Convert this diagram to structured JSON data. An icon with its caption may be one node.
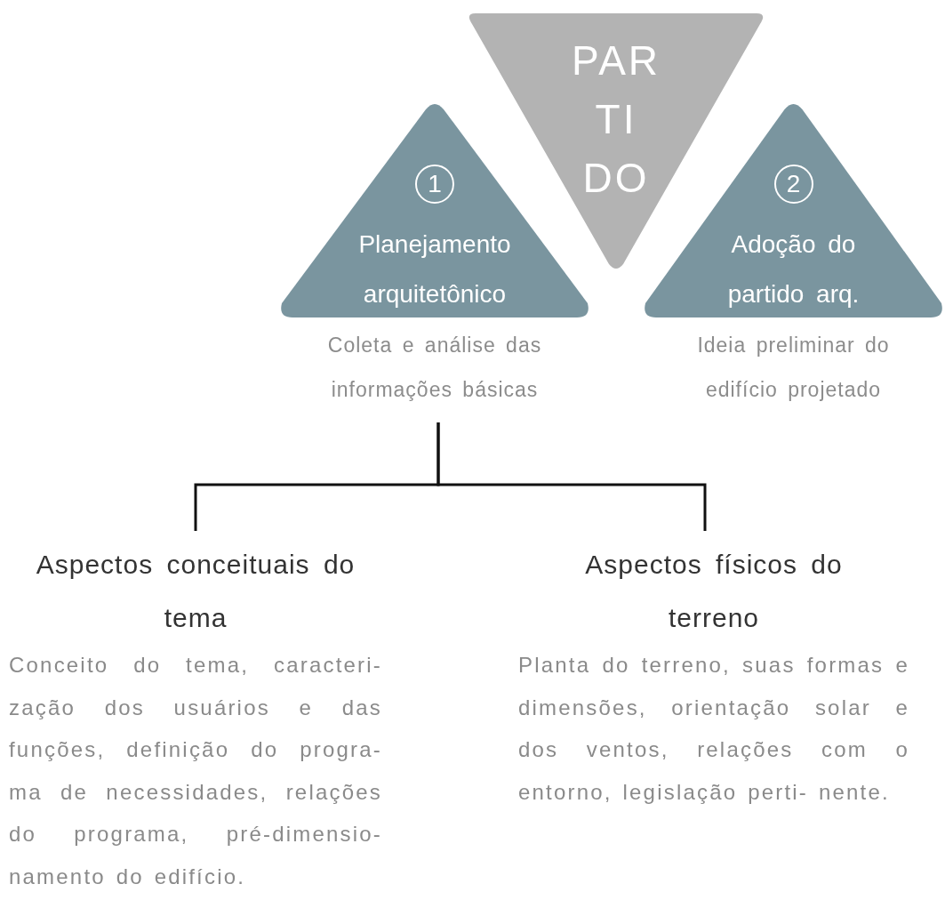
{
  "diagram": {
    "nodes": [
      {
        "text": [
          "PAR TI DO"
        ]
      },
      {
        "text": [
          "1",
          "Planejamento arquitetônico"
        ],
        "beside": [
          "Coleta e análise das informações básicas"
        ]
      },
      {
        "text": [
          "2",
          "Adoção do partido arq."
        ],
        "beside": [
          "Ideia preliminar do edifício projetado"
        ]
      },
      {
        "text": [
          "Aspectos conceituais do tema",
          "Conceito do tema, caracteri- zação dos usuários e das funções, definição do progra- ma de necessidades, relações do programa, pré-dimensio- namento do edifício."
        ]
      },
      {
        "text": [
          "Aspectos físicos do terreno",
          "Planta do terreno, suas formas e dimensões, orientação solar e dos ventos, relações com o entorno, legislação perti- nente."
        ]
      }
    ],
    "edges": [
      {
        "from": 1,
        "to": 3,
        "arrow": "none"
      },
      {
        "from": 1,
        "to": 4,
        "arrow": "none"
      }
    ]
  }
}
